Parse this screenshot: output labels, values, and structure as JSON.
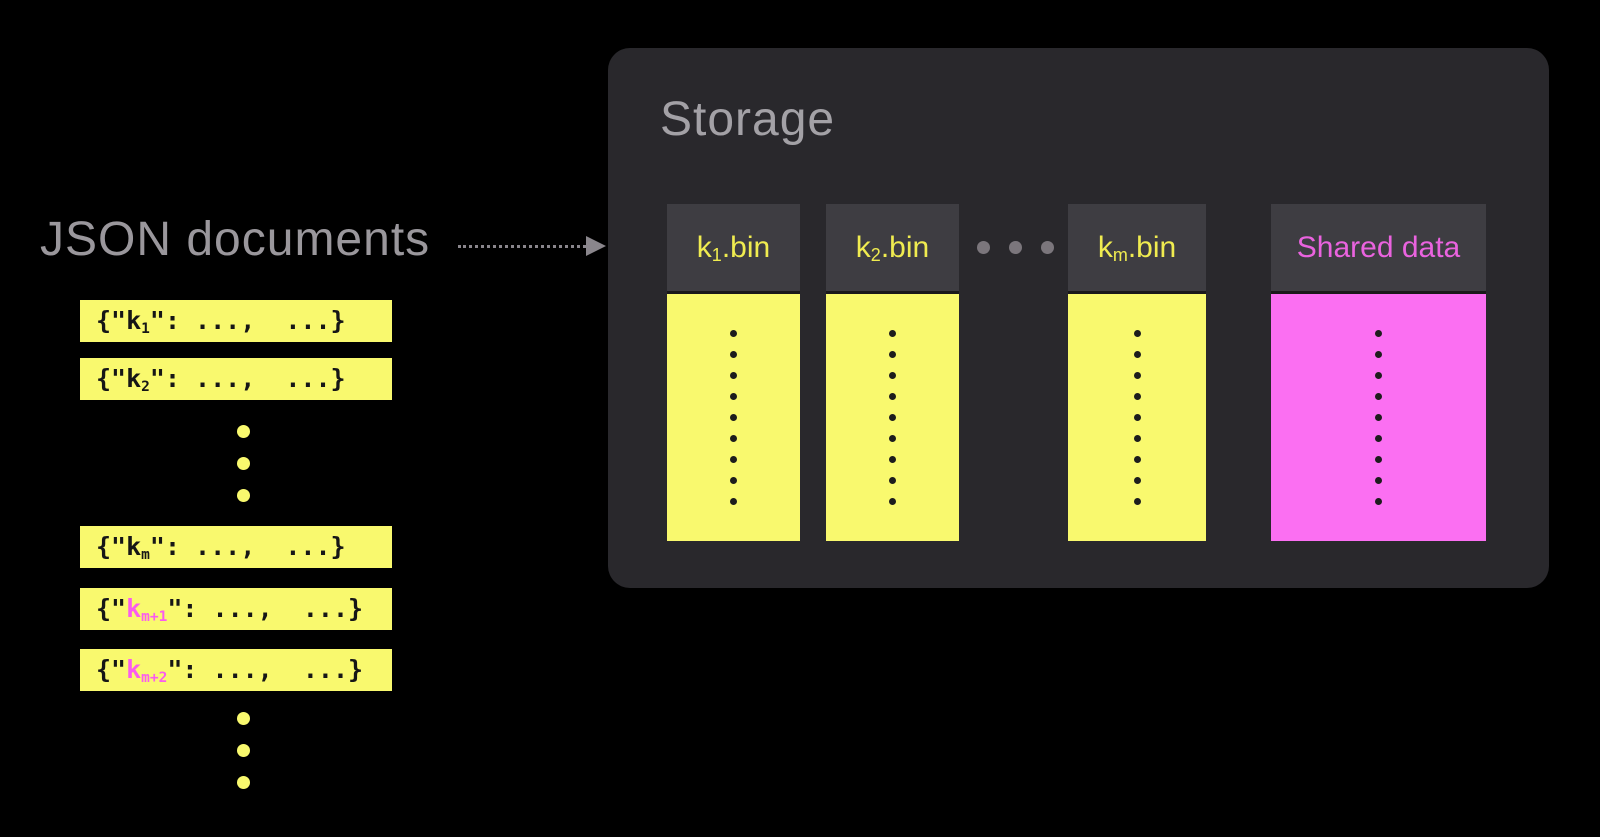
{
  "left": {
    "title": "JSON documents",
    "documents": [
      {
        "open": "{\"",
        "key": "k",
        "sub": "1",
        "rest": "\": ...,  ...}",
        "highlight": false
      },
      {
        "open": "{\"",
        "key": "k",
        "sub": "2",
        "rest": "\": ...,  ...}",
        "highlight": false
      },
      {
        "open": "{\"",
        "key": "k",
        "sub": "m",
        "rest": "\": ...,  ...}",
        "highlight": false
      },
      {
        "open": "{\"",
        "key": "k",
        "sub": "m+1",
        "rest": "\": ...,  ...}",
        "highlight": true
      },
      {
        "open": "{\"",
        "key": "k",
        "sub": "m+2",
        "rest": "\": ...,  ...}",
        "highlight": true
      }
    ],
    "ellipsis_dot_count": 3
  },
  "storage": {
    "title": "Storage",
    "bins": [
      {
        "base": "k",
        "sub": "1",
        "ext": ".bin"
      },
      {
        "base": "k",
        "sub": "2",
        "ext": ".bin"
      },
      {
        "base": "k",
        "sub": "m",
        "ext": ".bin"
      }
    ],
    "shared_label": "Shared data",
    "separator_dot_count": 3,
    "column_dot_count": 9
  },
  "colors": {
    "background": "#000000",
    "panel_background": "#29282c",
    "column_header_background": "#3e3d42",
    "bin_yellow": "#f9f96e",
    "bin_label_yellow": "#f0ec50",
    "shared_magenta": "#fb6ff2",
    "shared_label_magenta": "#ea63df",
    "highlight_pink": "#fa5cee",
    "doc_text_black": "#161616",
    "muted_gray_text": "#9a979c",
    "arrow_gray": "#8a868c",
    "separator_dot_gray": "#7b767c"
  }
}
